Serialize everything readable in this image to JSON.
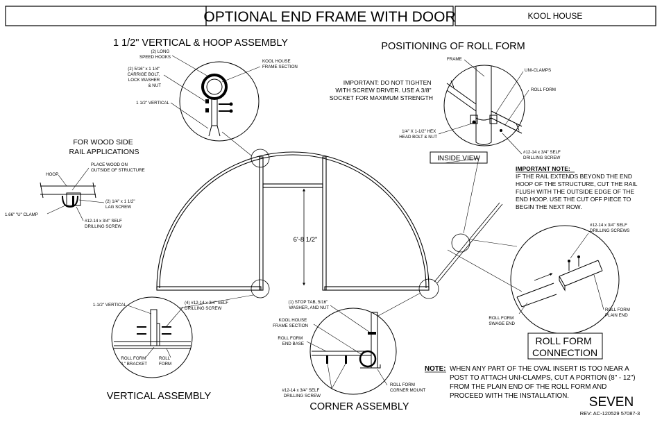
{
  "header": {
    "title": "OPTIONAL END FRAME WITH DOOR",
    "brand": "KOOL HOUSE"
  },
  "hoop_assembly": {
    "title": "1 1/2\" VERTICAL & HOOP ASSEMBLY",
    "label_hooks": [
      "(2) LONG",
      "SPEED HOOKS"
    ],
    "label_bolt": [
      "(2) 5/16\" x 1 1/4\"",
      "CARRIGE BOLT,",
      "LOCK WASHER",
      "& NUT"
    ],
    "label_frame": [
      "KOOL HOUSE",
      "FRAME SECTION"
    ],
    "label_vertical": "1 1/2\" VERTICAL"
  },
  "roll_form_position": {
    "title": "POSITIONING OF ROLL FORM",
    "label_frame": "FRAME",
    "label_uniclamps": "UNI-CLAMPS",
    "label_rollform": "ROLL FORM",
    "important": [
      "IMPORTANT: DO NOT TIGHTEN",
      "WITH SCREW DRIVER. USE A 3/8\"",
      "SOCKET FOR MAXIMUM STRENGTH"
    ],
    "label_hexbolt": [
      "1/4\" X 1-1/2\" HEX",
      "HEAD BOLT & NUT"
    ],
    "label_screw": [
      "#12-14 x 3/4\" SELF",
      "DRILLING SCREW"
    ],
    "inside_view": "INSIDE VIEW"
  },
  "important_note": {
    "heading": "IMPORTANT NOTE:",
    "lines": [
      "IF THE RAIL EXTENDS BEYOND THE END",
      "HOOP OF THE STRUCTURE, CUT THE RAIL",
      "FLUSH WITH THE OUTSIDE EDGE OF THE",
      "END HOOP.  USE THE CUT OFF PIECE TO",
      "BEGIN THE NEXT ROW."
    ]
  },
  "wood_side": {
    "title": [
      "FOR WOOD SIDE",
      "RAIL APPLICATIONS"
    ],
    "label_place": [
      "PLACE WOOD ON",
      "OUTSIDE OF STRUCTURE"
    ],
    "label_hoop": "HOOP",
    "label_lag": [
      "(2) 1/4\" x 1 1/2\"",
      "LAG SCREW"
    ],
    "label_uclamp": "1.66\" \"U\" CLAMP",
    "label_screw": [
      "#12-14 x 3/4\" SELF",
      "DRILLING SCREW"
    ]
  },
  "door_height": "6'-8 1/2\"",
  "vertical_assembly": {
    "title": "VERTICAL ASSEMBLY",
    "label_vertical": "1-1/2\" VERTICAL",
    "label_screws": [
      "(4) #12-14 x 3/4\" SELF",
      "DRILLING SCREW"
    ],
    "label_bracket": [
      "ROLL FORM",
      "\"L\" BRACKET"
    ],
    "label_rollform": [
      "ROLL",
      "FORM"
    ]
  },
  "corner_assembly": {
    "title": "CORNER ASSEMBLY",
    "label_stoptab": [
      "(1) STOP TAB, 5/16\"",
      "WASHER, AND NUT"
    ],
    "label_frame": [
      "KOOL HOUSE",
      "FRAME SECTION"
    ],
    "label_endbase": [
      "ROLL FORM",
      "END BASE"
    ],
    "label_screw": [
      "#12-14 x 3/4\" SELF",
      "DRILLING SCREW"
    ],
    "label_cornermount": [
      "ROLL FORM",
      "CORNER MOUNT"
    ]
  },
  "roll_form_connection": {
    "title": [
      "ROLL FORM",
      "CONNECTION"
    ],
    "label_screws": [
      "#12-14 x 3/4\" SELF",
      "DRILLING SCREWS"
    ],
    "label_swage": [
      "ROLL FORM",
      "SWAGE END"
    ],
    "label_plain": [
      "ROLL FORM",
      "PLAIN END"
    ]
  },
  "note": {
    "heading": "NOTE:",
    "lines": [
      "WHEN ANY PART OF THE OVAL INSERT IS TOO NEAR A",
      "POST TO ATTACH UNI-CLAMPS, CUT A PORTION (8\" - 12\")",
      "FROM THE PLAIN END OF THE ROLL FORM AND",
      "PROCEED WITH THE INSTALLATION."
    ]
  },
  "footer": {
    "page": "SEVEN",
    "rev": "REV: AC-120529  57087-3"
  }
}
